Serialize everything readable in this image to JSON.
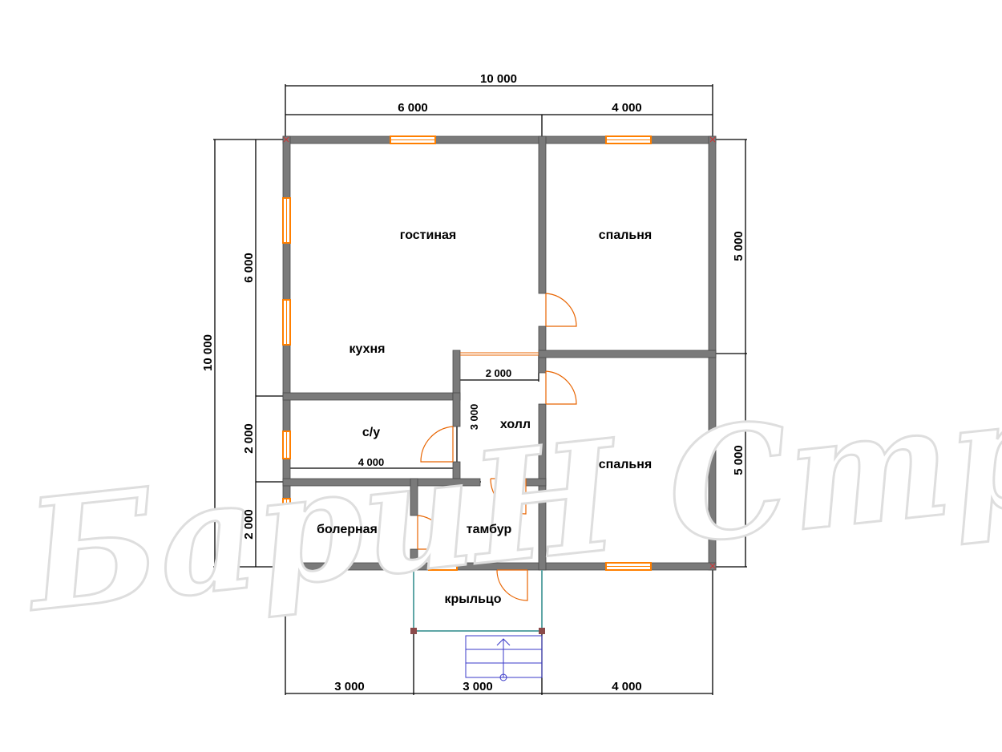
{
  "dimensions": {
    "top_total": "10 000",
    "top_left": "6 000",
    "top_right": "4 000",
    "left_total": "10 000",
    "left_upper": "6 000",
    "left_middle": "2 000",
    "left_lower": "2 000",
    "right_upper": "5 000",
    "right_lower": "5 000",
    "bottom_left": "3 000",
    "bottom_middle": "3 000",
    "bottom_right": "4 000",
    "inner_hall_width": "2 000",
    "inner_hall_height": "3 000",
    "inner_bath_width": "4 000"
  },
  "rooms": {
    "living": "гостиная",
    "bedroom_top": "спальня",
    "kitchen": "кухня",
    "bathroom": "с/у",
    "hall": "холл",
    "bedroom_bottom": "спальня",
    "boiler": "болерная",
    "vestibule": "тамбур",
    "porch": "крыльцо"
  },
  "watermark": "БариН Строй",
  "colors": {
    "wall": "#7a7a7a",
    "window": "#ff7f00",
    "door": "#e86400",
    "dimension": "#000000",
    "stairs": "#3838c8",
    "porch_frame": "#7fb8b8"
  }
}
